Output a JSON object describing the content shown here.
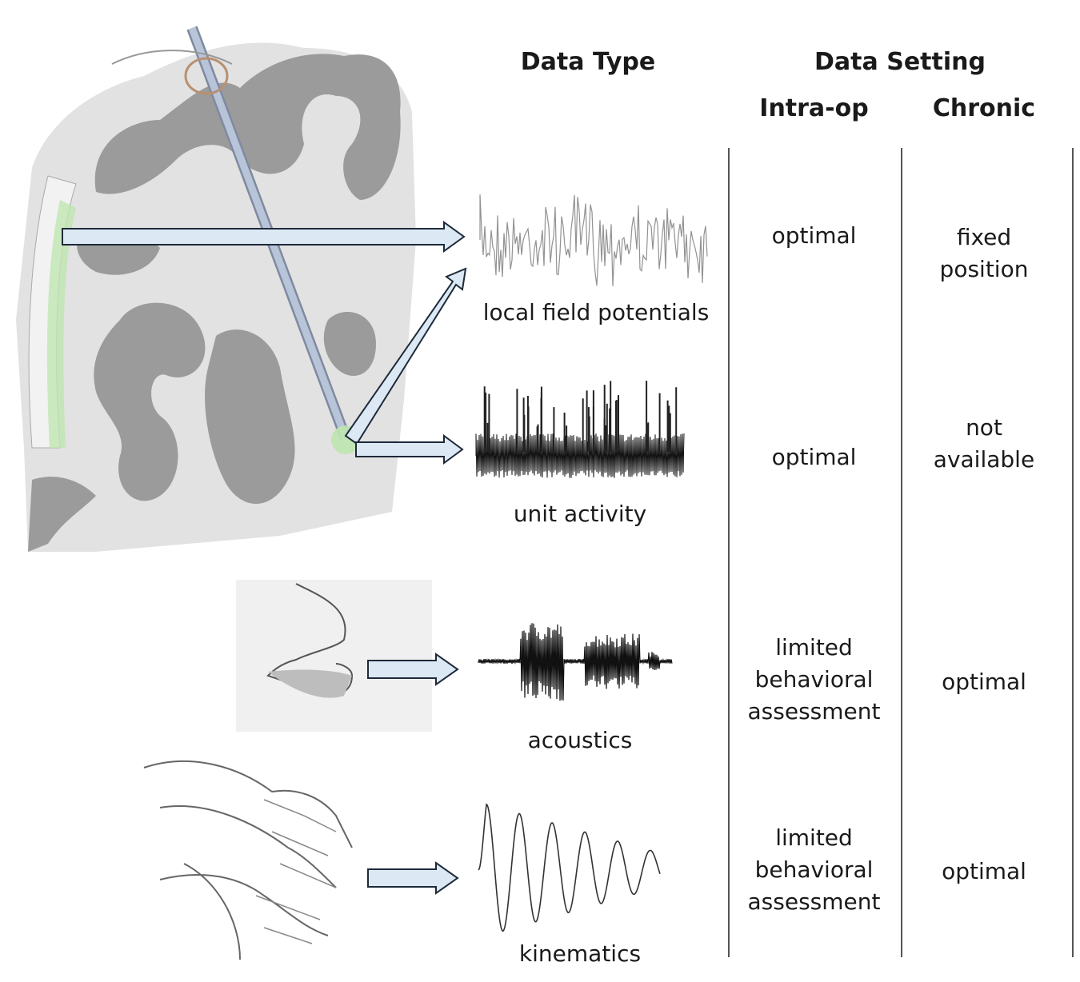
{
  "header": {
    "data_type": "Data Type",
    "data_setting": "Data Setting",
    "intra_op": "Intra-op",
    "chronic": "Chronic"
  },
  "rows": [
    {
      "caption": "local field potentials",
      "intra_op": "optimal",
      "chronic": "fixed position"
    },
    {
      "caption": "unit activity",
      "intra_op": "optimal",
      "chronic": "not available"
    },
    {
      "caption": "acoustics",
      "intra_op": "limited behavioral assessment",
      "chronic": "optimal"
    },
    {
      "caption": "kinematics",
      "intra_op": "limited behavioral assessment",
      "chronic": "optimal"
    }
  ],
  "colors": {
    "cortex_gray": "#9b9b9b",
    "white_matter": "#e2e2e2",
    "arrow_fill": "#dce9f4",
    "arrow_stroke": "#1e2a3a",
    "highlight_green": "#bfe6b0",
    "probe": "#b8c4d8"
  },
  "icons": [
    "brain-section-illustration",
    "depth-electrode",
    "ecog-grid",
    "mouth-illustration",
    "hands-illustration"
  ]
}
